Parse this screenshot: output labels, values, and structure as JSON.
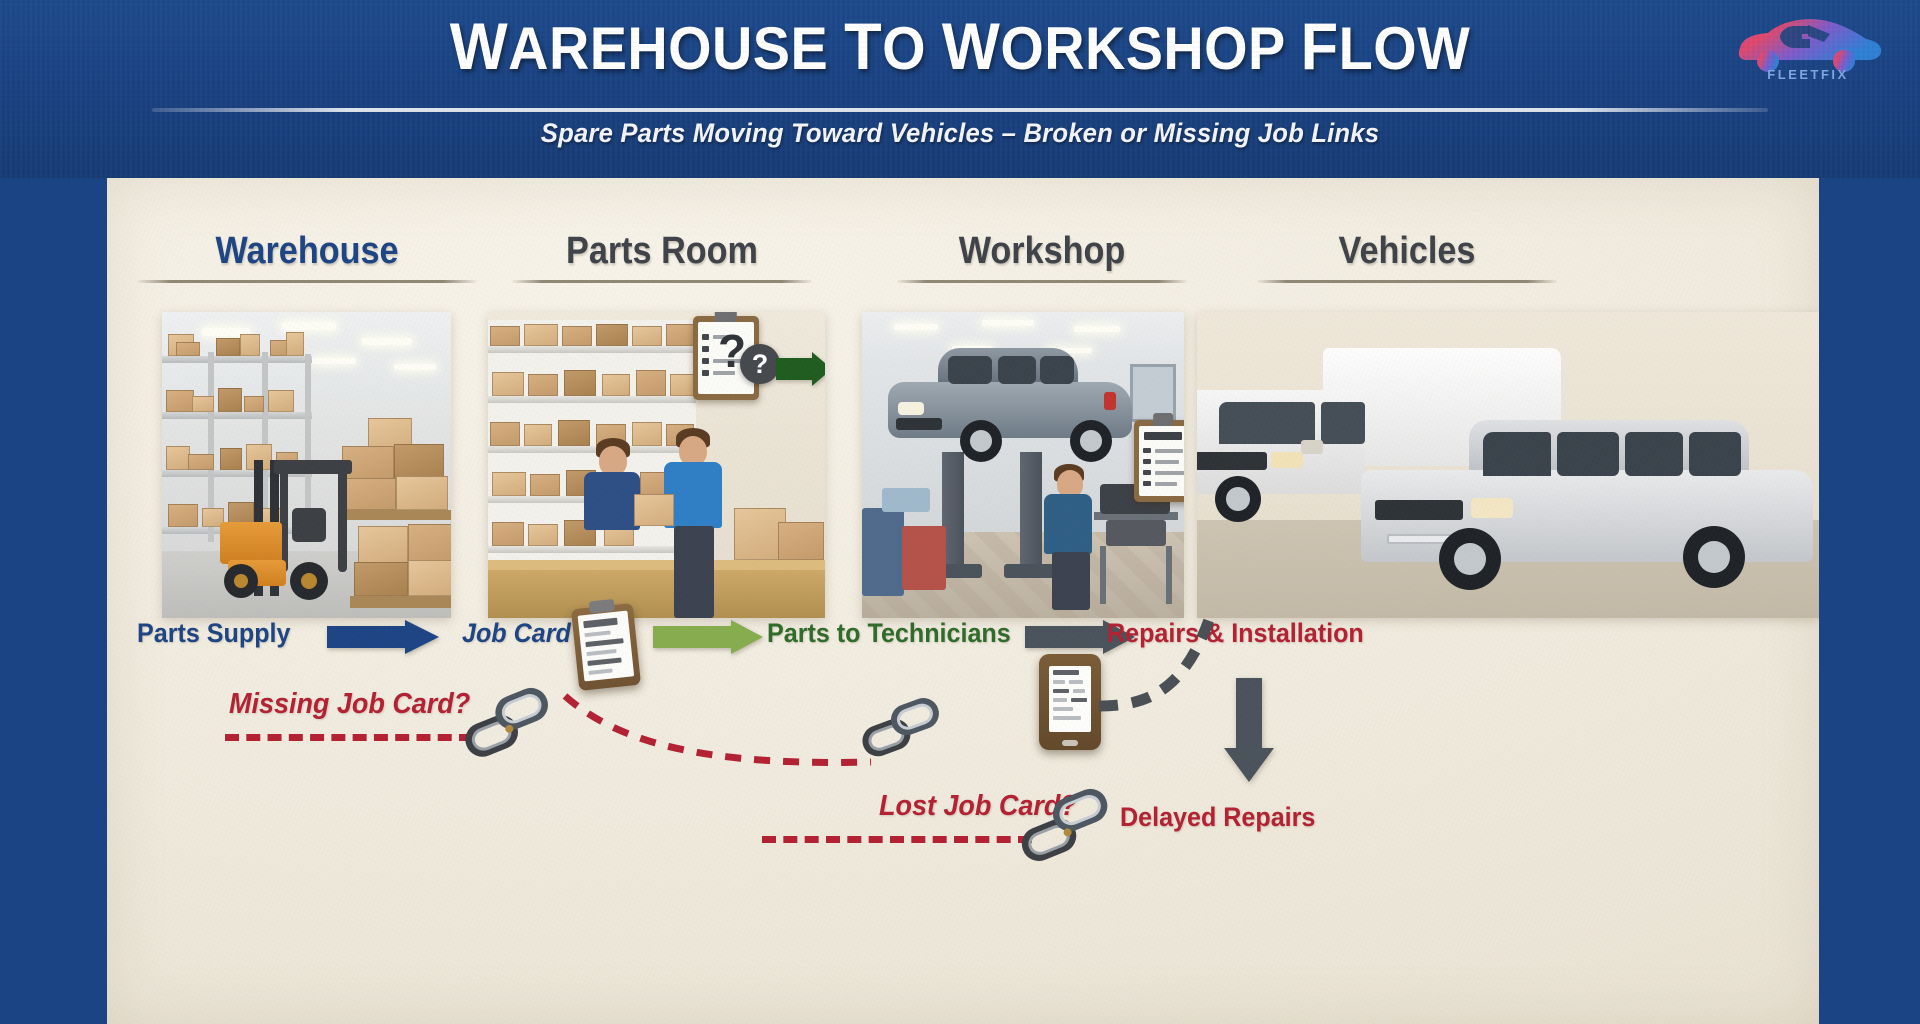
{
  "header": {
    "title": "Warehouse to Workshop Flow",
    "subtitle": "Spare Parts Moving Toward Vehicles – Broken or Missing Job Links",
    "background_color": "#1b4484",
    "rule_color": "#ffffff"
  },
  "logo": {
    "brand": "FLEETFIX",
    "icon": "car-with-wrench-logo",
    "gradient_start": "#e0486a",
    "gradient_end": "#2f7fd4",
    "text_color": "#7ea6e0"
  },
  "canvas": {
    "background_color": "#f1ece0"
  },
  "columns": [
    {
      "label": "Warehouse",
      "color": "#1d4484",
      "scene": "warehouse-shelving-forklift"
    },
    {
      "label": "Parts Room",
      "color": "#3f4349",
      "scene": "parts-room-counter-staff"
    },
    {
      "label": "Workshop",
      "color": "#3f4349",
      "scene": "workshop-vehicle-on-lift"
    },
    {
      "label": "Vehicles",
      "color": "#3f4349",
      "scene": "fleet-van-and-suv"
    }
  ],
  "flow": {
    "steps": [
      {
        "label": "Parts Supply",
        "color": "#1d4484"
      },
      {
        "label": "Job Card",
        "color": "#1d4484",
        "style": "italic",
        "icon": "clipboard-job-card-icon"
      },
      {
        "label": "Parts to Technicians",
        "color": "#2f6b2b"
      },
      {
        "label": "Repairs & Installation",
        "color": "#b32133"
      }
    ],
    "arrows": [
      {
        "after": "Parts Supply",
        "color": "#1d4484",
        "direction": "right"
      },
      {
        "after": "Job Card",
        "color": "#85ad4e",
        "direction": "right"
      },
      {
        "after": "Parts to Technicians",
        "color": "#4a535c",
        "direction": "right"
      },
      {
        "after": "Repairs & Installation",
        "color": "#4a535c",
        "direction": "down"
      }
    ],
    "outcome": {
      "label": "Delayed Repairs",
      "color": "#b32133"
    }
  },
  "breaks": [
    {
      "label": "Missing Job Card?",
      "color": "#b32133",
      "line_style": "dashed",
      "icon": "broken-chain-icon"
    },
    {
      "label": "Lost Job Card?",
      "color": "#b32133",
      "line_style": "dashed",
      "icon": "broken-chain-icon"
    }
  ],
  "scene_markers": {
    "parts_room_query": {
      "icon": "question-mark-badge",
      "symbol": "?"
    },
    "parts_room_clipboard": {
      "icon": "clipboard-icon",
      "symbol": "?"
    },
    "workshop_clipboard": {
      "icon": "clipboard-icon"
    },
    "center_device": {
      "icon": "tablet-job-card-icon"
    }
  }
}
